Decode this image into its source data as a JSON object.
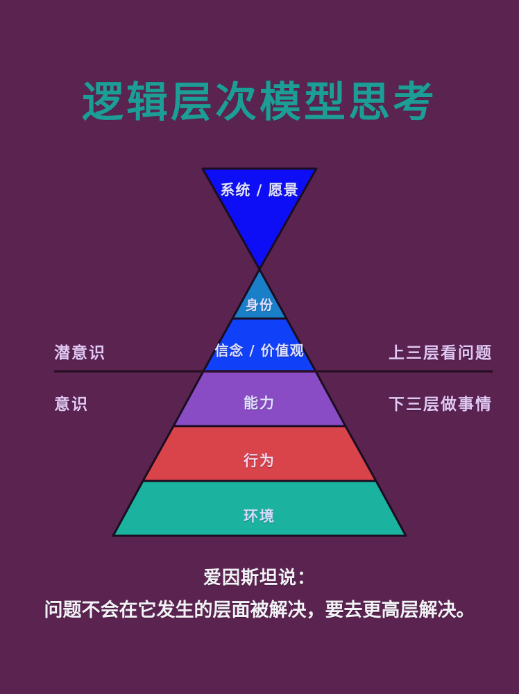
{
  "page": {
    "background_color": "#5b2350",
    "title": "逻辑层次模型思考",
    "title_color": "#1c9e96"
  },
  "pyramid": {
    "layers": [
      {
        "id": "system",
        "label": "系统 / 愿景",
        "color": "#0d0ef5",
        "shape": "inverted-triangle",
        "text_color": "#dfe0ff"
      },
      {
        "id": "identity",
        "label": "身份",
        "color": "#1a7fc9",
        "shape": "triangle-top",
        "text_color": "#dfe0ff"
      },
      {
        "id": "belief",
        "label": "信念 / 价值观",
        "color": "#1040f8",
        "shape": "trapezoid",
        "text_color": "#dfe0ff"
      },
      {
        "id": "capability",
        "label": "能力",
        "color": "#8a4cc4",
        "shape": "trapezoid",
        "text_color": "#dfe0ff"
      },
      {
        "id": "behavior",
        "label": "行为",
        "color": "#d9434a",
        "shape": "trapezoid",
        "text_color": "#f4d7ef"
      },
      {
        "id": "environment",
        "label": "环境",
        "color": "#1bb3a0",
        "shape": "trapezoid",
        "text_color": "#d6dcff"
      }
    ],
    "outline_color": "#1a0d20"
  },
  "annotations": {
    "divider_color": "#2a0f26",
    "left": {
      "above": "潜意识",
      "below": "意识"
    },
    "right": {
      "above": "上三层看问题",
      "below": "下三层做事情"
    },
    "label_color": "#e2c8f5"
  },
  "footer": {
    "line1": "爱因斯坦说：",
    "line2": "问题不会在它发生的层面被解决，要去更高层解决。",
    "color": "#f2f2f6"
  }
}
